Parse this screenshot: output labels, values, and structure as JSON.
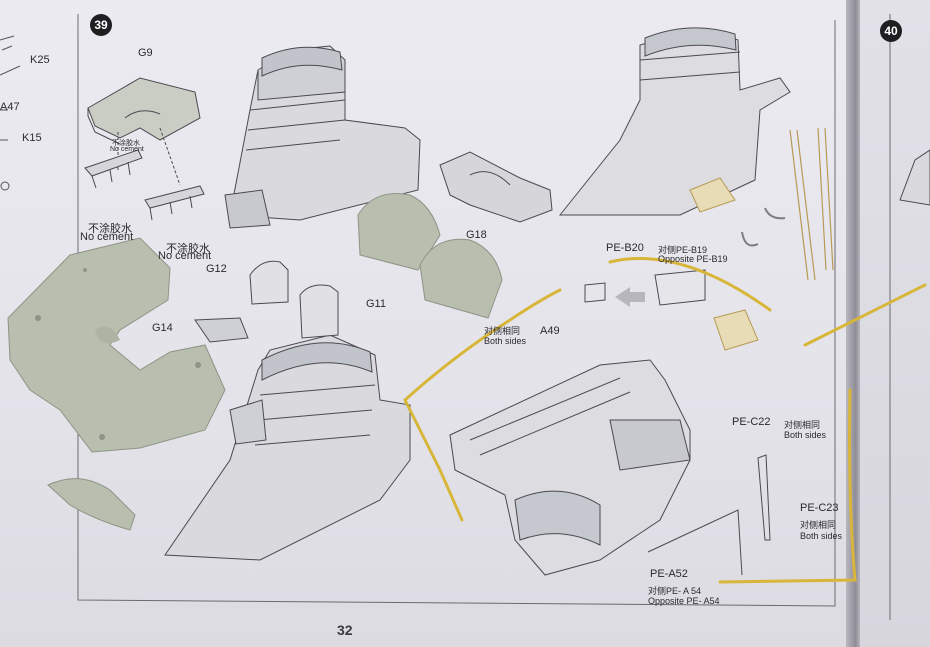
{
  "page_number": "32",
  "steps": {
    "left": "39",
    "right": "40"
  },
  "labels": {
    "k25": "K25",
    "a47": "A47",
    "k15": "K15",
    "g9": "G9",
    "no_cement_zh_small_1": "不涂胶水",
    "no_cement_en_small_1": "No cement",
    "no_cement_zh_1": "不涂胶水",
    "no_cement_en_1": "No cement",
    "no_cement_zh_2": "不涂胶水",
    "no_cement_en_2": "No cement",
    "g18": "G18",
    "g12": "G12",
    "g11": "G11",
    "g14": "G14",
    "pe_b20": "PE-B20",
    "pe_b20_zh": "对侧PE-B19",
    "pe_b20_en": "Opposite PE-B19",
    "both_sides_zh_1": "对侧相同",
    "both_sides_en_1": "Both sides",
    "a49": "A49",
    "pe_c22": "PE-C22",
    "pe_c22_zh": "对侧相同",
    "pe_c22_en": "Both sides",
    "pe_c23": "PE-C23",
    "pe_c23_zh": "对侧相同",
    "pe_c23_en": "Both sides",
    "pe_a52": "PE-A52",
    "pe_a52_zh": "对侧PE- A 54",
    "pe_a52_en": "Opposite PE- A54"
  },
  "colors": {
    "paper": "#e8e7ee",
    "plastic_part": "#b9bfae",
    "brass_etch": "#d8b63a",
    "line_art": "#4a4a50"
  }
}
